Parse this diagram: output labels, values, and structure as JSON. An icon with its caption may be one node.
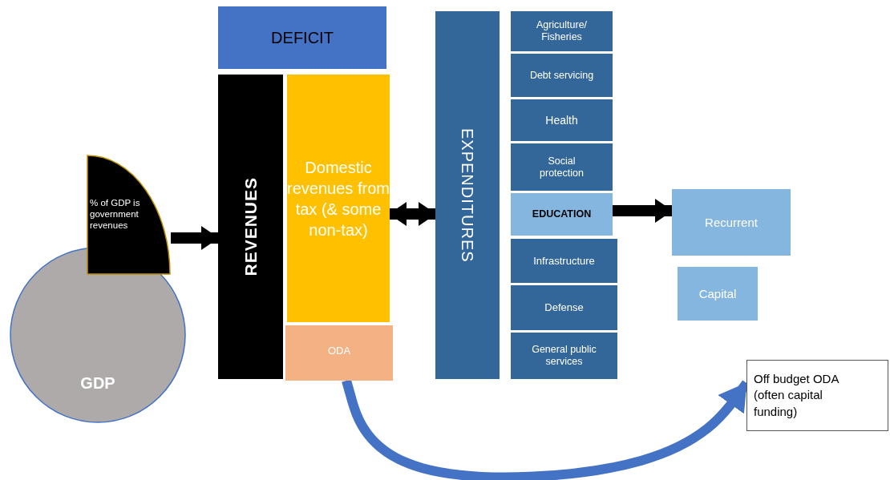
{
  "diagram": {
    "nodes": [
      {
        "text": [
          "GDP"
        ]
      },
      {
        "text": [
          "% of GDP is government revenues"
        ]
      },
      {
        "text": [
          "DEFICIT"
        ]
      },
      {
        "text": [
          "REVENUES"
        ]
      },
      {
        "text": [
          "Domestic revenues from tax (& some non-tax)"
        ]
      },
      {
        "text": [
          "ODA"
        ]
      },
      {
        "text": [
          "EXPENDITURES"
        ]
      },
      {
        "text": [
          "Agriculture/ Fisheries"
        ]
      },
      {
        "text": [
          "Debt servicing"
        ]
      },
      {
        "text": [
          "Health"
        ]
      },
      {
        "text": [
          "Social protection"
        ]
      },
      {
        "text": [
          "EDUCATION"
        ]
      },
      {
        "text": [
          "Infrastructure"
        ]
      },
      {
        "text": [
          "Defense"
        ]
      },
      {
        "text": [
          "General public services"
        ]
      },
      {
        "text": [
          "Recurrent"
        ]
      },
      {
        "text": [
          "Capital"
        ]
      },
      {
        "text": [
          "Off budget ODA (often capital funding)"
        ]
      }
    ],
    "edges": [
      {
        "from": 1,
        "to": 3,
        "arrow": "to"
      },
      {
        "from": 4,
        "to": 6,
        "arrow": "both"
      },
      {
        "from": 11,
        "to": 15,
        "arrow": "to"
      },
      {
        "from": 5,
        "to": 17,
        "arrow": "to",
        "color": "#4472c4"
      }
    ]
  }
}
